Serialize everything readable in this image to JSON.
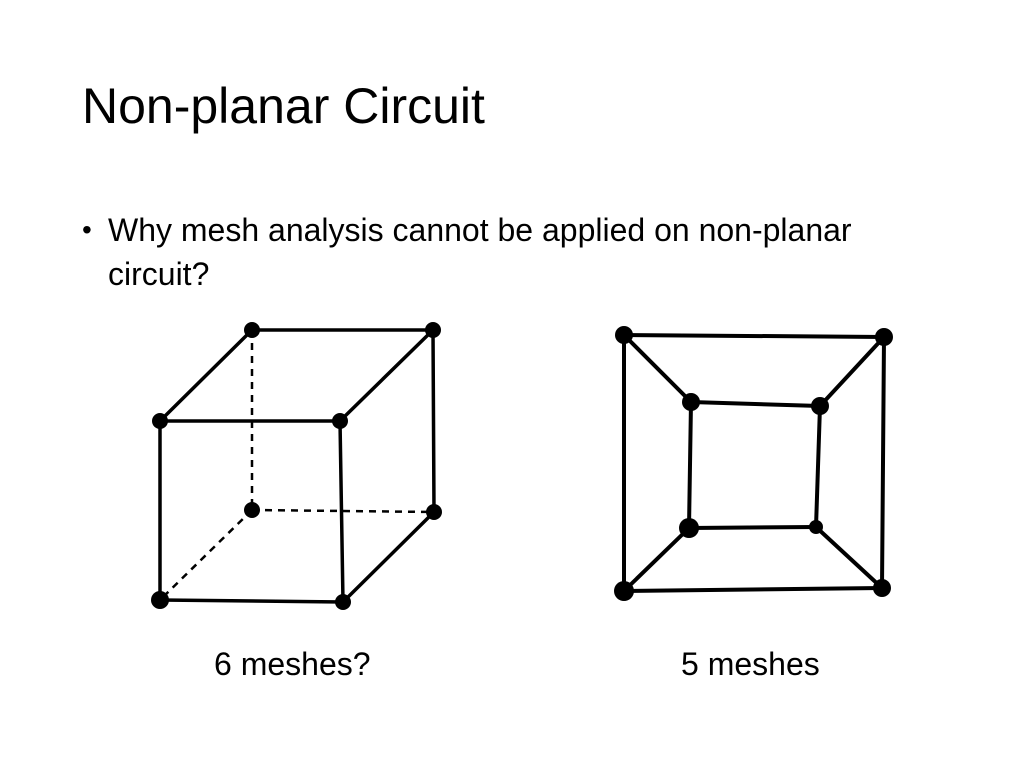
{
  "slide": {
    "title": "Non-planar Circuit",
    "bullets": [
      {
        "text": "Why mesh analysis cannot be applied on non-planar circuit?"
      }
    ],
    "figures": [
      {
        "name": "cube-graph",
        "caption": "6 meshes?"
      },
      {
        "name": "planar-graph",
        "caption": "5 meshes"
      }
    ]
  }
}
